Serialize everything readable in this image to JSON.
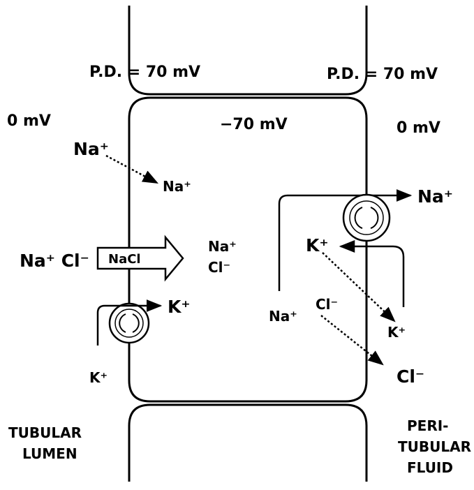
{
  "labels": {
    "pd_left": "P.D. = 70 mV",
    "pd_right": "P.D. = 70 mV",
    "lumen_potential": "0 mV",
    "cell_potential": "−70 mV",
    "blood_potential": "0 mV",
    "na_lumen": "Na⁺",
    "na_entered": "Na⁺",
    "nacl_outside": "Na⁺ Cl⁻",
    "nacl_arrow": "NaCl",
    "na_cell": "Na⁺",
    "cl_cell": "Cl⁻",
    "k_apical_out": "K⁺",
    "k_apical_in": "K⁺",
    "na_pump_out": "Na⁺",
    "k_pump_in": "K⁺",
    "na_pump_in": "Na⁺",
    "cl_basolateral": "Cl⁻",
    "k_basolateral_out": "K⁺",
    "cl_basolateral_out": "Cl⁻",
    "lumen_line1": "TUBULAR",
    "lumen_line2": "LUMEN",
    "peri_line1": "PERI-",
    "peri_line2": "TUBULAR",
    "peri_line3": "FLUID"
  }
}
